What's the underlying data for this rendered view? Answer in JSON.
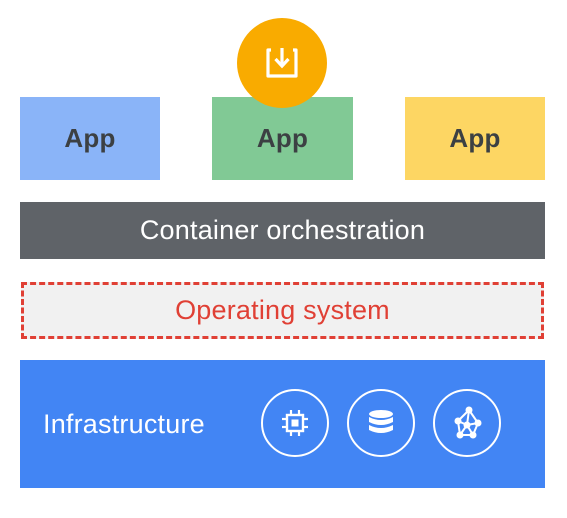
{
  "apps": [
    {
      "label": "App",
      "color": "#8ab4f8"
    },
    {
      "label": "App",
      "color": "#81c995"
    },
    {
      "label": "App",
      "color": "#fdd663"
    }
  ],
  "badge": {
    "icon": "download-box-icon",
    "color": "#f9ab00"
  },
  "orchestration": {
    "label": "Container orchestration",
    "color": "#5f6368"
  },
  "operating_system": {
    "label": "Operating system",
    "color": "#e04035"
  },
  "infrastructure": {
    "label": "Infrastructure",
    "color": "#4285f4",
    "icons": [
      "cpu-icon",
      "database-icon",
      "network-icon"
    ]
  }
}
